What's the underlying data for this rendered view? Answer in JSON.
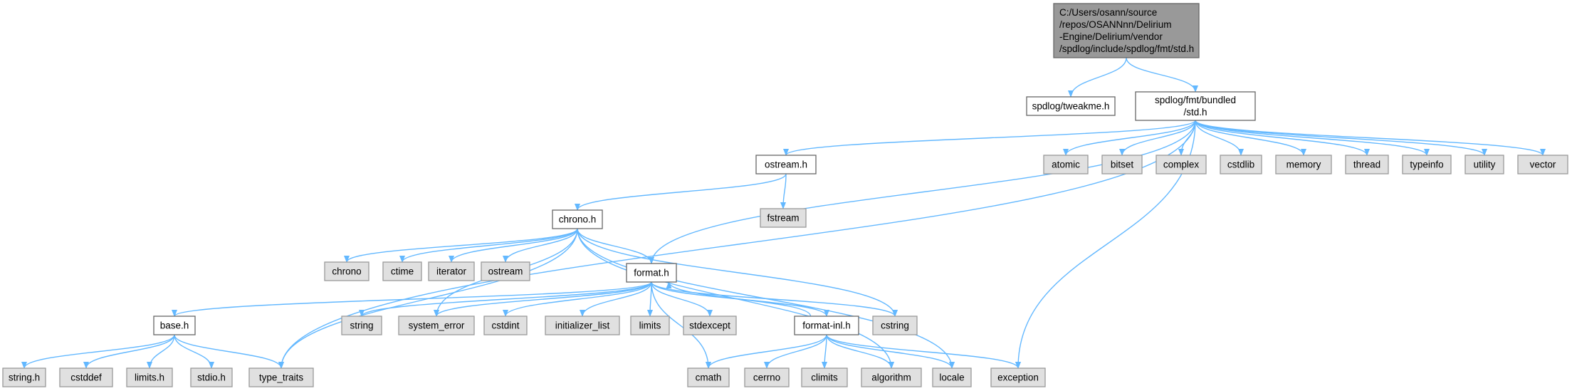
{
  "graph": {
    "title": "",
    "colors": {
      "root_fill": "#999999",
      "root_stroke": "#666666",
      "doc_fill": "#ffffff",
      "doc_stroke": "#666666",
      "ext_fill": "#e0e0e0",
      "ext_stroke": "#999999",
      "edge": "#63b8ff"
    },
    "nodes": [
      {
        "id": "root",
        "kind": "root",
        "lines": [
          "C:/Users/osann/source",
          "/repos/OSANNnn/Delirium",
          "-Engine/Delirium/vendor",
          "/spdlog/include/spdlog/fmt/std.h"
        ]
      },
      {
        "id": "tweakme",
        "kind": "doc",
        "lines": [
          "spdlog/tweakme.h"
        ]
      },
      {
        "id": "bundled_std",
        "kind": "doc",
        "lines": [
          "spdlog/fmt/bundled",
          "/std.h"
        ]
      },
      {
        "id": "ostream_h",
        "kind": "doc",
        "lines": [
          "ostream.h"
        ]
      },
      {
        "id": "atomic",
        "kind": "ext",
        "lines": [
          "atomic"
        ]
      },
      {
        "id": "bitset",
        "kind": "ext",
        "lines": [
          "bitset"
        ]
      },
      {
        "id": "complex",
        "kind": "ext",
        "lines": [
          "complex"
        ]
      },
      {
        "id": "cstdlib",
        "kind": "ext",
        "lines": [
          "cstdlib"
        ]
      },
      {
        "id": "memory",
        "kind": "ext",
        "lines": [
          "memory"
        ]
      },
      {
        "id": "thread",
        "kind": "ext",
        "lines": [
          "thread"
        ]
      },
      {
        "id": "typeinfo",
        "kind": "ext",
        "lines": [
          "typeinfo"
        ]
      },
      {
        "id": "utility",
        "kind": "ext",
        "lines": [
          "utility"
        ]
      },
      {
        "id": "vector",
        "kind": "ext",
        "lines": [
          "vector"
        ]
      },
      {
        "id": "chrono_h",
        "kind": "doc",
        "lines": [
          "chrono.h"
        ]
      },
      {
        "id": "fstream",
        "kind": "ext",
        "lines": [
          "fstream"
        ]
      },
      {
        "id": "chrono",
        "kind": "ext",
        "lines": [
          "chrono"
        ]
      },
      {
        "id": "ctime",
        "kind": "ext",
        "lines": [
          "ctime"
        ]
      },
      {
        "id": "iterator",
        "kind": "ext",
        "lines": [
          "iterator"
        ]
      },
      {
        "id": "ostream",
        "kind": "ext",
        "lines": [
          "ostream"
        ]
      },
      {
        "id": "format_h",
        "kind": "doc",
        "lines": [
          "format.h"
        ]
      },
      {
        "id": "base_h",
        "kind": "doc",
        "lines": [
          "base.h"
        ]
      },
      {
        "id": "string",
        "kind": "ext",
        "lines": [
          "string"
        ]
      },
      {
        "id": "system_error",
        "kind": "ext",
        "lines": [
          "system_error"
        ]
      },
      {
        "id": "cstdint",
        "kind": "ext",
        "lines": [
          "cstdint"
        ]
      },
      {
        "id": "initializer_list",
        "kind": "ext",
        "lines": [
          "initializer_list"
        ]
      },
      {
        "id": "limits",
        "kind": "ext",
        "lines": [
          "limits"
        ]
      },
      {
        "id": "stdexcept",
        "kind": "ext",
        "lines": [
          "stdexcept"
        ]
      },
      {
        "id": "format_inl",
        "kind": "doc",
        "lines": [
          "format-inl.h"
        ]
      },
      {
        "id": "cstring",
        "kind": "ext",
        "lines": [
          "cstring"
        ]
      },
      {
        "id": "string_h",
        "kind": "ext",
        "lines": [
          "string.h"
        ]
      },
      {
        "id": "cstddef",
        "kind": "ext",
        "lines": [
          "cstddef"
        ]
      },
      {
        "id": "limits_h",
        "kind": "ext",
        "lines": [
          "limits.h"
        ]
      },
      {
        "id": "stdio_h",
        "kind": "ext",
        "lines": [
          "stdio.h"
        ]
      },
      {
        "id": "type_traits",
        "kind": "ext",
        "lines": [
          "type_traits"
        ]
      },
      {
        "id": "cmath",
        "kind": "ext",
        "lines": [
          "cmath"
        ]
      },
      {
        "id": "cerrno",
        "kind": "ext",
        "lines": [
          "cerrno"
        ]
      },
      {
        "id": "climits",
        "kind": "ext",
        "lines": [
          "climits"
        ]
      },
      {
        "id": "algorithm",
        "kind": "ext",
        "lines": [
          "algorithm"
        ]
      },
      {
        "id": "locale",
        "kind": "ext",
        "lines": [
          "locale"
        ]
      },
      {
        "id": "exception",
        "kind": "ext",
        "lines": [
          "exception"
        ]
      }
    ],
    "edges": [
      [
        "root",
        "tweakme"
      ],
      [
        "root",
        "bundled_std"
      ],
      [
        "bundled_std",
        "type_traits"
      ],
      [
        "bundled_std",
        "ostream_h"
      ],
      [
        "bundled_std",
        "format_h"
      ],
      [
        "bundled_std",
        "exception"
      ],
      [
        "bundled_std",
        "atomic"
      ],
      [
        "bundled_std",
        "bitset"
      ],
      [
        "bundled_std",
        "complex"
      ],
      [
        "bundled_std",
        "cstdlib"
      ],
      [
        "bundled_std",
        "memory"
      ],
      [
        "bundled_std",
        "thread"
      ],
      [
        "bundled_std",
        "typeinfo"
      ],
      [
        "bundled_std",
        "utility"
      ],
      [
        "bundled_std",
        "vector"
      ],
      [
        "ostream_h",
        "chrono_h"
      ],
      [
        "ostream_h",
        "fstream"
      ],
      [
        "chrono_h",
        "type_traits"
      ],
      [
        "chrono_h",
        "chrono"
      ],
      [
        "chrono_h",
        "ctime"
      ],
      [
        "chrono_h",
        "iterator"
      ],
      [
        "chrono_h",
        "ostream"
      ],
      [
        "chrono_h",
        "format_h"
      ],
      [
        "chrono_h",
        "system_error"
      ],
      [
        "chrono_h",
        "cstring"
      ],
      [
        "chrono_h",
        "algorithm"
      ],
      [
        "chrono_h",
        "locale"
      ],
      [
        "format_h",
        "base_h"
      ],
      [
        "format_h",
        "string"
      ],
      [
        "format_h",
        "system_error"
      ],
      [
        "format_h",
        "cstdint"
      ],
      [
        "format_h",
        "initializer_list"
      ],
      [
        "format_h",
        "limits"
      ],
      [
        "format_h",
        "stdexcept"
      ],
      [
        "format_h",
        "format_inl"
      ],
      [
        "format_h",
        "cstring"
      ],
      [
        "format_h",
        "cmath"
      ],
      [
        "format_inl",
        "format_h"
      ],
      [
        "format_inl",
        "cmath"
      ],
      [
        "format_inl",
        "cerrno"
      ],
      [
        "format_inl",
        "climits"
      ],
      [
        "format_inl",
        "algorithm"
      ],
      [
        "format_inl",
        "locale"
      ],
      [
        "format_inl",
        "exception"
      ],
      [
        "base_h",
        "string_h"
      ],
      [
        "base_h",
        "cstddef"
      ],
      [
        "base_h",
        "limits_h"
      ],
      [
        "base_h",
        "stdio_h"
      ],
      [
        "base_h",
        "type_traits"
      ]
    ]
  }
}
